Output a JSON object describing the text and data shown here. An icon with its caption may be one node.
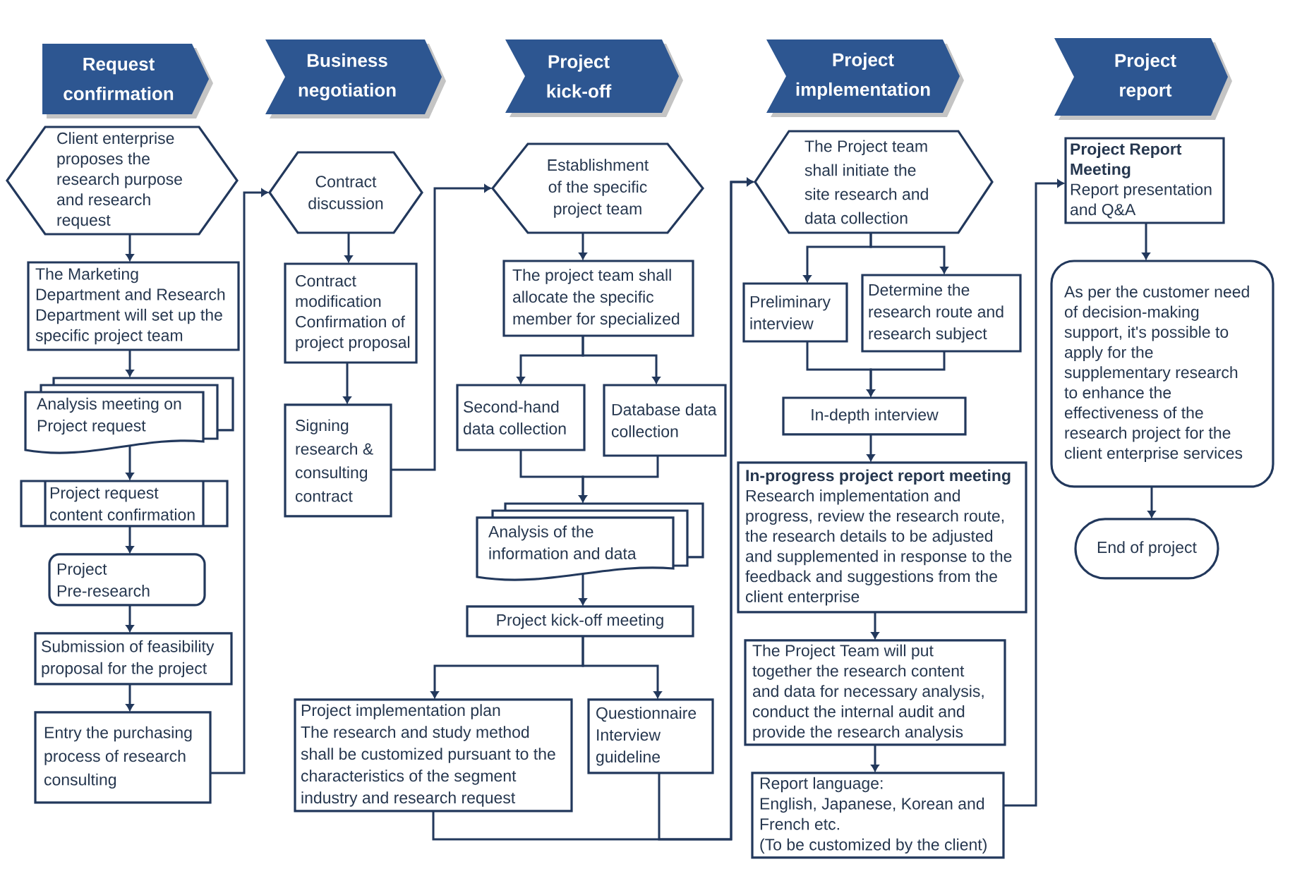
{
  "diagram": {
    "nodes": [
      {
        "text": [
          "Request confirmation"
        ]
      },
      {
        "text": [
          "Business negotiation"
        ]
      },
      {
        "text": [
          "Project kick-off"
        ]
      },
      {
        "text": [
          "Project implementation"
        ]
      },
      {
        "text": [
          "Project report"
        ]
      },
      {
        "text": [
          "Client enterprise proposes the research purpose and research request"
        ]
      },
      {
        "text": [
          "The Marketing Department and Research Department will set up the specific project team"
        ]
      },
      {
        "text": [
          "Analysis meeting on Project request"
        ]
      },
      {
        "text": [
          "Project request content confirmation"
        ]
      },
      {
        "text": [
          "Project Pre-research"
        ]
      },
      {
        "text": [
          "Submission of feasibility proposal for the project"
        ]
      },
      {
        "text": [
          "Entry the purchasing process of research consulting"
        ]
      },
      {
        "text": [
          "Contract discussion"
        ]
      },
      {
        "text": [
          "Contract modification",
          "Confirmation of project proposal"
        ]
      },
      {
        "text": [
          "Signing research & consulting contract"
        ]
      },
      {
        "text": [
          "Establishment of the specific project team"
        ]
      },
      {
        "text": [
          "The project team shall allocate the specific member for specialized"
        ]
      },
      {
        "text": [
          "Second-hand data collection"
        ]
      },
      {
        "text": [
          "Database data collection"
        ]
      },
      {
        "text": [
          "Analysis of the information and data"
        ]
      },
      {
        "text": [
          "Project kick-off meeting"
        ]
      },
      {
        "text": [
          "Project implementation plan",
          "The research and study method shall be customized pursuant to the characteristics of the segment industry and research request"
        ]
      },
      {
        "text": [
          "Questionnaire",
          "Interview guideline"
        ]
      },
      {
        "text": [
          "The Project team shall initiate the site research and data collection"
        ]
      },
      {
        "text": [
          "Preliminary interview"
        ]
      },
      {
        "text": [
          "Determine the research route and research subject"
        ]
      },
      {
        "text": [
          "In-depth interview"
        ]
      },
      {
        "text": [
          "In-progress project report meeting",
          "Research implementation and progress, review the research route, the research details to be adjusted and supplemented in response to the feedback and suggestions from the client enterprise"
        ]
      },
      {
        "text": [
          "The Project Team will put together the research content and data for necessary analysis, conduct the internal audit and provide the research analysis"
        ]
      },
      {
        "text": [
          "Report language:",
          "English, Japanese, Korean and French etc.",
          "(To be customized by the client)"
        ]
      },
      {
        "text": [
          "Project Report Meeting",
          "Report presentation and Q&A"
        ]
      },
      {
        "text": [
          "As per the customer need of decision-making support, it's possible to apply for the supplementary research to enhance the effectiveness of the research project for the client enterprise services"
        ]
      },
      {
        "text": [
          "End of project"
        ]
      }
    ],
    "edges": [
      {
        "from": 5,
        "to": 6,
        "arrow": "to"
      },
      {
        "from": 6,
        "to": 7,
        "arrow": "to"
      },
      {
        "from": 7,
        "to": 8,
        "arrow": "to"
      },
      {
        "from": 8,
        "to": 9,
        "arrow": "to"
      },
      {
        "from": 9,
        "to": 10,
        "arrow": "to"
      },
      {
        "from": 10,
        "to": 11,
        "arrow": "to"
      },
      {
        "from": 11,
        "to": 12,
        "arrow": "to"
      },
      {
        "from": 12,
        "to": 13,
        "arrow": "to"
      },
      {
        "from": 13,
        "to": 14,
        "arrow": "to"
      },
      {
        "from": 14,
        "to": 15,
        "arrow": "to"
      },
      {
        "from": 15,
        "to": 16,
        "arrow": "to"
      },
      {
        "from": 16,
        "to": 17,
        "arrow": "to"
      },
      {
        "from": 16,
        "to": 18,
        "arrow": "to"
      },
      {
        "from": 17,
        "to": 19,
        "arrow": "to"
      },
      {
        "from": 18,
        "to": 19,
        "arrow": "to"
      },
      {
        "from": 19,
        "to": 20,
        "arrow": "to"
      },
      {
        "from": 20,
        "to": 21,
        "arrow": "to"
      },
      {
        "from": 20,
        "to": 22,
        "arrow": "to"
      },
      {
        "from": 21,
        "to": 23,
        "arrow": "to"
      },
      {
        "from": 22,
        "to": 23,
        "arrow": "to"
      },
      {
        "from": 23,
        "to": 24,
        "arrow": "to"
      },
      {
        "from": 23,
        "to": 25,
        "arrow": "to"
      },
      {
        "from": 24,
        "to": 26,
        "arrow": "to"
      },
      {
        "from": 25,
        "to": 26,
        "arrow": "to"
      },
      {
        "from": 26,
        "to": 27,
        "arrow": "to"
      },
      {
        "from": 27,
        "to": 28,
        "arrow": "to"
      },
      {
        "from": 28,
        "to": 29,
        "arrow": "to"
      },
      {
        "from": 29,
        "to": 30,
        "arrow": "to"
      },
      {
        "from": 30,
        "to": 31,
        "arrow": "to"
      },
      {
        "from": 31,
        "to": 32,
        "arrow": "to"
      }
    ]
  }
}
